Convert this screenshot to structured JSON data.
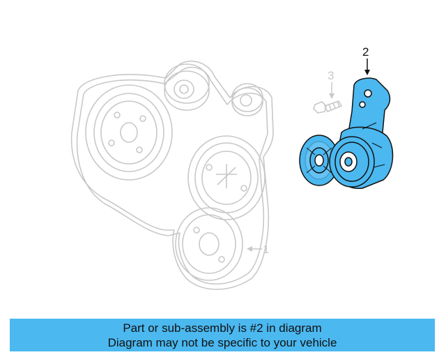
{
  "diagram": {
    "callouts": {
      "one": "1",
      "two": "2",
      "three": "3"
    },
    "colors": {
      "ghost": "#c8c8c8",
      "highlight": "#4bb8f0",
      "ink": "#111111"
    }
  },
  "banner": {
    "line1": "Part or sub-assembly is #2 in diagram",
    "line2": "Diagram may not be specific to your vehicle"
  }
}
